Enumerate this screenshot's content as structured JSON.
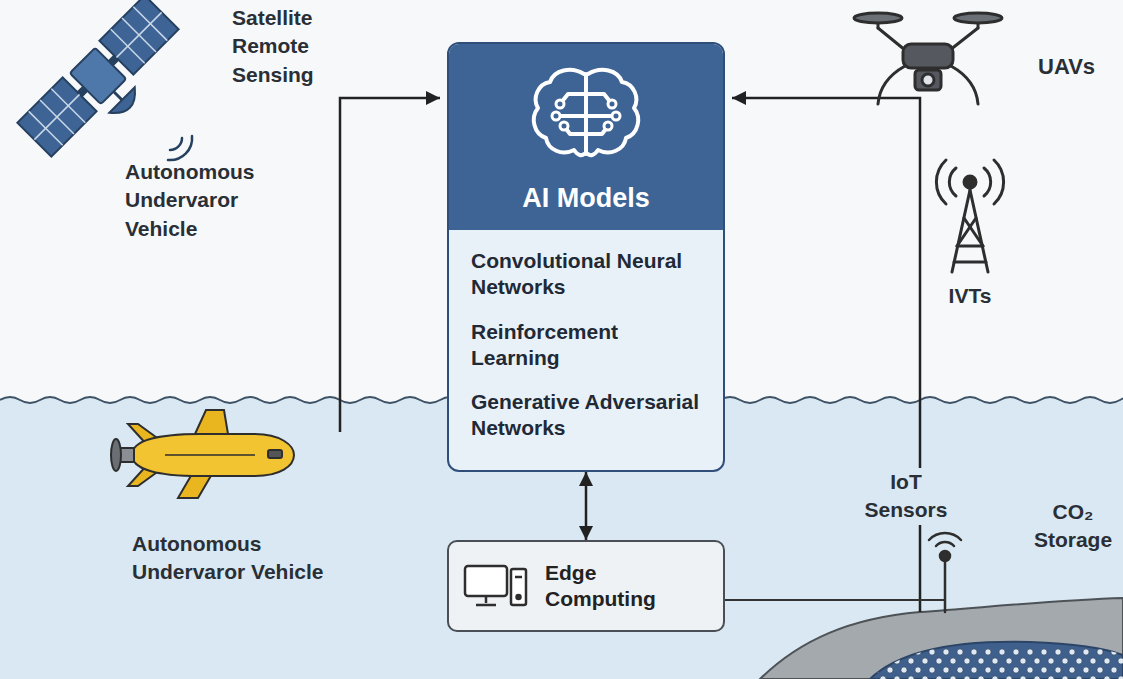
{
  "diagram": {
    "nodes": [
      {
        "text": [
          "AI Models",
          "Convolutional Neural Networks",
          "Reinforcement Learning",
          "Generative Adversarial Networks"
        ]
      },
      {
        "text": [
          "Edge Computing"
        ]
      }
    ],
    "edges": [
      {
        "from": 0,
        "to": 1,
        "arrow": "both"
      }
    ],
    "labels": [
      "Satellite Remote Sensing",
      "UAVs",
      "Autonomous Undervaror Vehicle",
      "IVTs",
      "Autonomous Undervaror Vehicle",
      "IoT Sensors",
      "CO₂ Storage"
    ]
  }
}
